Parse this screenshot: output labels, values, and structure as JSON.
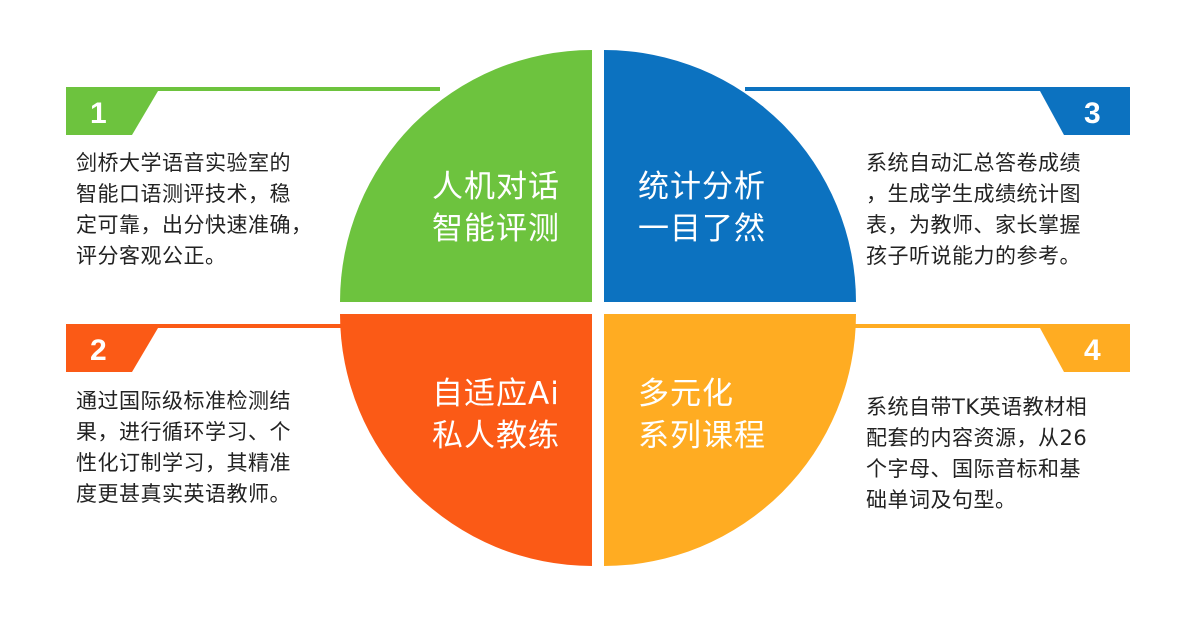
{
  "colors": {
    "green": "#6DC33E",
    "blue": "#0C72C0",
    "orange": "#FB5A16",
    "yellow": "#FFAC22"
  },
  "features": [
    {
      "number": "1",
      "title_lines": [
        "人机对话",
        "智能评测"
      ],
      "desc_lines": [
        "剑桥大学语音实验室的",
        "智能口语测评技术，稳",
        "定可靠，出分快速准确，",
        "评分客观公正。"
      ]
    },
    {
      "number": "2",
      "title_lines": [
        "自适应Ai",
        "私人教练"
      ],
      "desc_lines": [
        "通过国际级标准检测结",
        "果，进行循环学习、个",
        "性化订制学习，其精准",
        "度更甚真实英语教师。"
      ]
    },
    {
      "number": "3",
      "title_lines": [
        "统计分析",
        "一目了然"
      ],
      "desc_lines": [
        "系统自动汇总答卷成绩",
        "，生成学生成绩统计图",
        "表，为教师、家长掌握",
        "孩子听说能力的参考。"
      ]
    },
    {
      "number": "4",
      "title_lines": [
        "多元化",
        "系列课程"
      ],
      "desc_lines": [
        "系统自带TK英语教材相",
        "配套的内容资源，从26",
        "个字母、国际音标和基",
        "础单词及句型。"
      ]
    }
  ]
}
